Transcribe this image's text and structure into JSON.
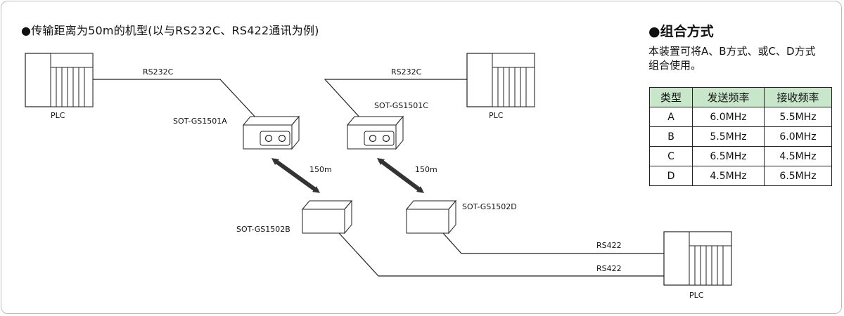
{
  "heading": "●传输距离为50m的机型(以与RS232C、RS422通讯为例)",
  "combo": {
    "title": "●组合方式",
    "description": "本装置可将A、B方式、或C、D方式组合使用。"
  },
  "freq_table": {
    "headers": [
      "类型",
      "发送频率",
      "接收频率"
    ],
    "rows": [
      [
        "A",
        "6.0MHz",
        "5.5MHz"
      ],
      [
        "B",
        "5.5MHz",
        "6.0MHz"
      ],
      [
        "C",
        "6.5MHz",
        "4.5MHz"
      ],
      [
        "D",
        "4.5MHz",
        "6.5MHz"
      ]
    ]
  },
  "diagram": {
    "plc_left_label": "PLC",
    "plc_mid_label": "PLC",
    "plc_right_label": "PLC",
    "rs232c_left": "RS232C",
    "rs232c_right": "RS232C",
    "dev_1501a": "SOT-GS1501A",
    "dev_1501c": "SOT-GS1501C",
    "dev_1502b": "SOT-GS1502B",
    "dev_1502d": "SOT-GS1502D",
    "dist_left": "150m",
    "dist_right": "150m",
    "rs422_top": "RS422",
    "rs422_bottom": "RS422"
  },
  "colors": {
    "table_header": "#c8e6c9",
    "border": "#bdbdbd",
    "line": "#222222",
    "arrow": "#333333"
  }
}
